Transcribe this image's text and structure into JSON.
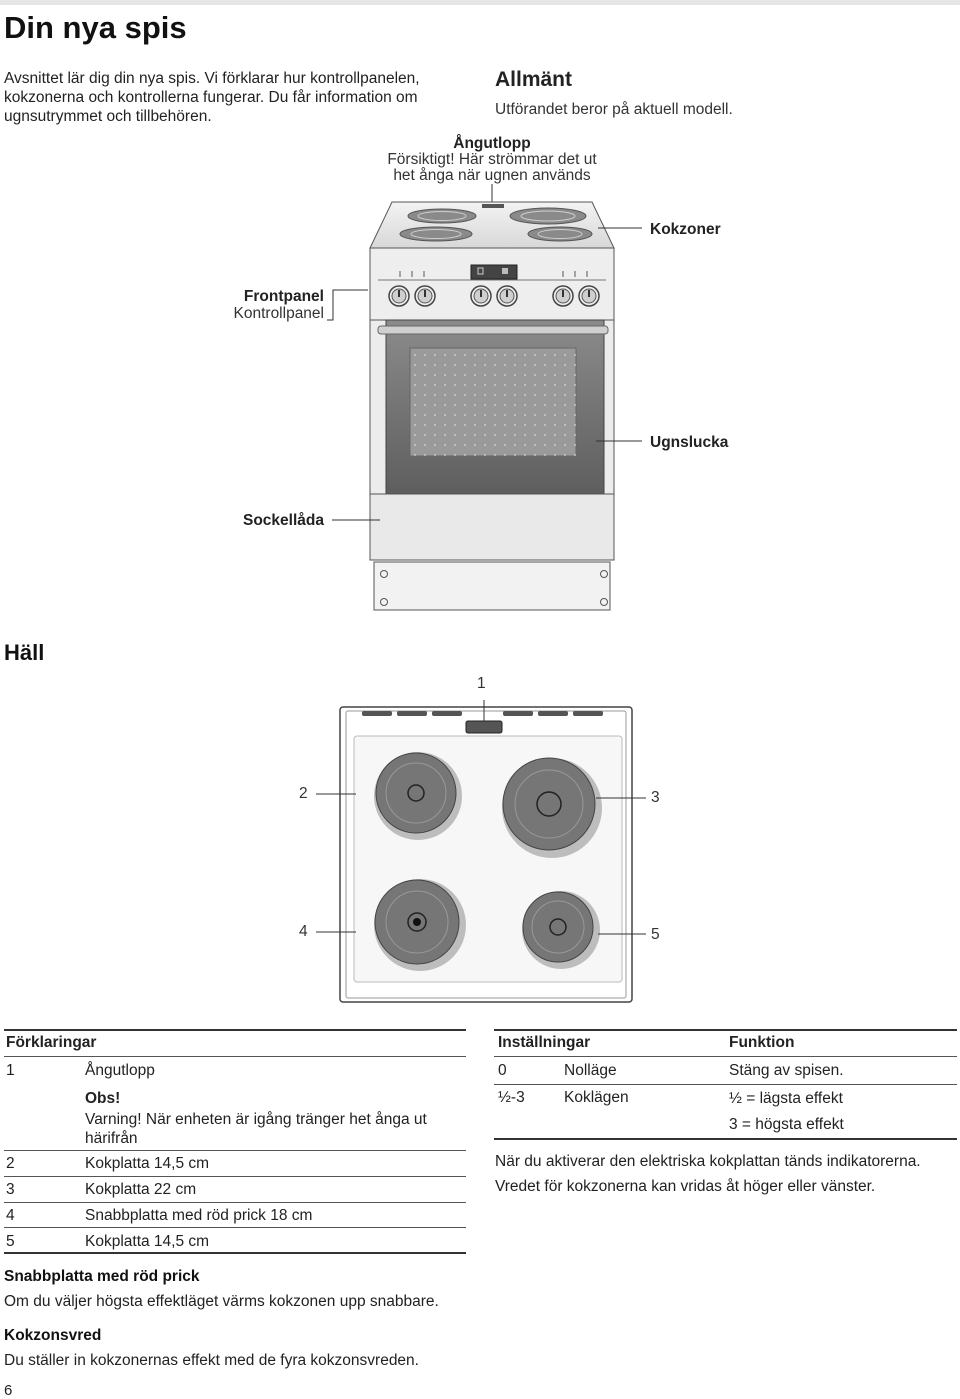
{
  "page": {
    "title": "Din nya spis",
    "intro": "Avsnittet lär dig din nya spis. Vi förklarar hur kontrollpanelen, kokzonerna och kontrollerna fungerar. Du får information om ugnsutrymmet och tillbehören.",
    "page_number": "6"
  },
  "general": {
    "heading": "Allmänt",
    "text": "Utförandet beror på aktuell modell."
  },
  "stove_diagram": {
    "steam": {
      "heading": "Ångutlopp",
      "line1": "Försiktigt! Här strömmar det ut",
      "line2": "het ånga när ugnen används"
    },
    "cooking_zones": "Kokzoner",
    "front_panel": "Frontpanel",
    "control_panel": "Kontrollpanel",
    "oven_door": "Ugnslucka",
    "base_drawer": "Sockellåda"
  },
  "hob": {
    "heading": "Häll",
    "callouts": [
      "1",
      "2",
      "3",
      "4",
      "5"
    ]
  },
  "legend": {
    "heading": "Förklaringar",
    "rows": [
      {
        "num": "1",
        "text": "Ångutlopp"
      },
      {
        "num": "2",
        "text": "Kokplatta 14,5 cm"
      },
      {
        "num": "3",
        "text": "Kokplatta 22 cm"
      },
      {
        "num": "4",
        "text": "Snabbplatta med röd prick 18 cm"
      },
      {
        "num": "5",
        "text": "Kokplatta 14,5 cm"
      }
    ],
    "note_heading": "Obs!",
    "note_line1": "Varning! När enheten är igång tränger het ånga ut",
    "note_line2": "härifrån"
  },
  "settings": {
    "col1": "Inställningar",
    "col2": "Funktion",
    "rows": [
      {
        "setting": "0",
        "name": "Nolläge",
        "function": "Stäng av spisen."
      },
      {
        "setting": "½-3",
        "name": "Koklägen",
        "function": "½ = lägsta effekt",
        "function2": "3 = högsta effekt"
      }
    ],
    "note1": "När du aktiverar den elektriska kokplattan tänds indikatorerna.",
    "note2": "Vredet för kokzonerna kan vridas åt höger eller vänster."
  },
  "quick_plate": {
    "heading": "Snabbplatta med röd prick",
    "text": "Om du väljer högsta effektläget värms kokzonen upp snabbare."
  },
  "knobs": {
    "heading": "Kokzonsvred",
    "text": "Du ställer in kokzonernas effekt med de fyra kokzonsvreden."
  },
  "colors": {
    "text": "#1a1a1a",
    "line": "#333333",
    "oven_body": "#e8e8e8",
    "door_glass": "#7a7a7a",
    "plate": "#6e6e6e",
    "plate_ring": "#9a9a9a",
    "red_dot": "#000000"
  }
}
